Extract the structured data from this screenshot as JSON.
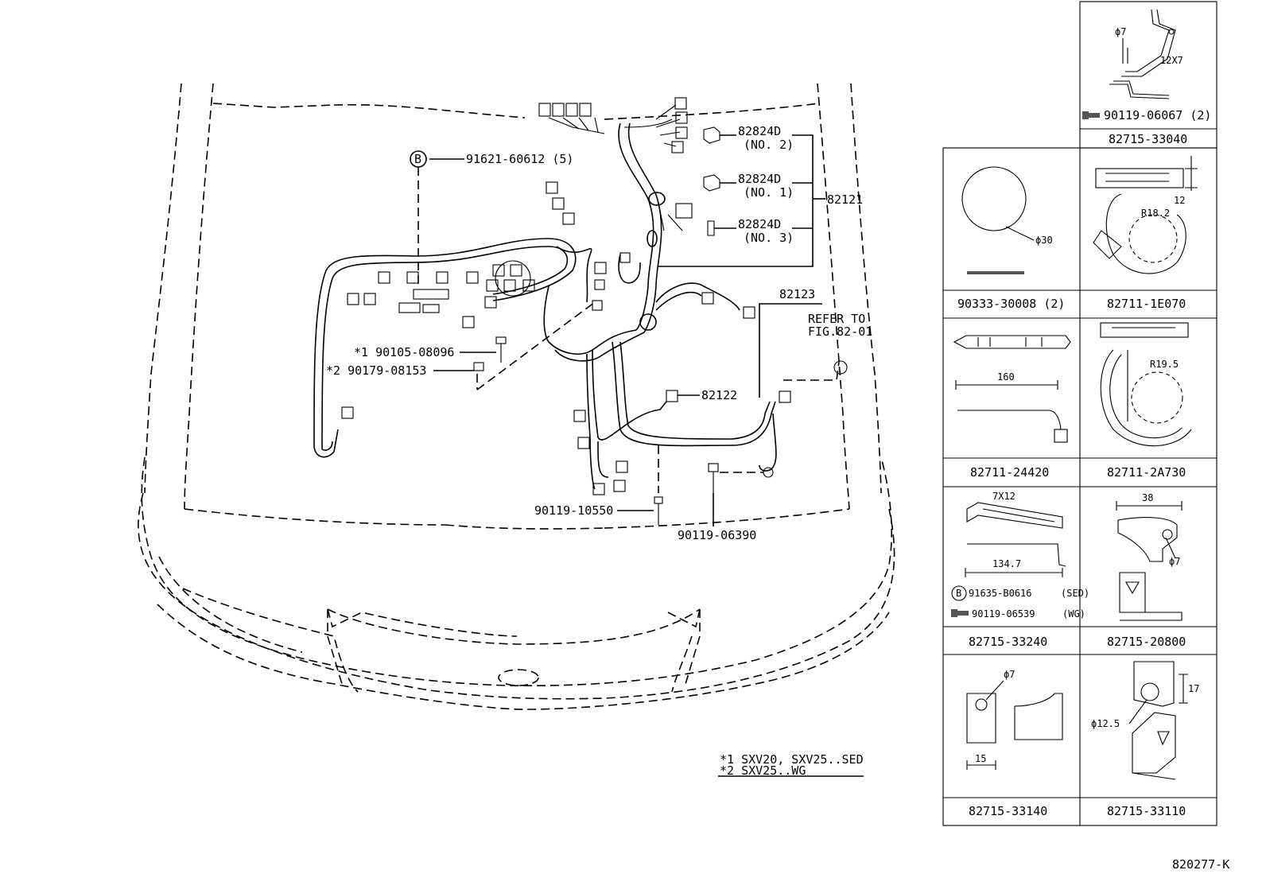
{
  "diagram": {
    "main_callouts": {
      "b_clip": "91621-60612 (5)",
      "b_mark": "B",
      "clamp_no2_part": "82824D",
      "clamp_no2_sub": "(NO. 2)",
      "clamp_no1_part": "82824D",
      "clamp_no1_sub": "(NO. 1)",
      "clamp_no3_part": "82824D",
      "clamp_no3_sub": "(NO. 3)",
      "wire_82121": "82121",
      "wire_82123": "82123",
      "refer_line1": "REFER TO",
      "refer_line2": "FIG.82-01",
      "bolt_star1": "*1 90105-08096",
      "bolt_star2": "*2 90179-08153",
      "wire_82122": "82122",
      "bolt_10550": "90119-10550",
      "bolt_06390": "90119-06390"
    },
    "notes": {
      "note1": "*1 SXV20, SXV25..SED",
      "note2": "*2 SXV25..WG"
    },
    "figure_code": "820277-K",
    "parts_table": {
      "cell_33040": {
        "caption": "82715-33040",
        "bolt": "90119-06067 (2)",
        "dim_phi": "ϕ7",
        "dim_slot": "12X7"
      },
      "cell_30008": {
        "caption": "90333-30008 (2)",
        "dim_phi": "ϕ30"
      },
      "cell_1e070": {
        "caption": "82711-1E070",
        "dim_h": "12",
        "dim_r": "R18.2"
      },
      "cell_24420": {
        "caption": "82711-24420",
        "dim_len": "160"
      },
      "cell_2a730": {
        "caption": "82711-2A730",
        "dim_r": "R19.5"
      },
      "cell_33240": {
        "caption": "82715-33240",
        "dim_slot": "7X12",
        "dim_len": "134.7",
        "clip_mark": "B",
        "clip": "91635-B0616",
        "clip_note": "(SED)",
        "bolt": "90119-06539",
        "bolt_note": "(WG)"
      },
      "cell_20800": {
        "caption": "82715-20800",
        "dim_w": "38",
        "dim_phi": "ϕ7"
      },
      "cell_33140": {
        "caption": "82715-33140",
        "dim_phi": "ϕ7",
        "dim_w": "15"
      },
      "cell_33110": {
        "caption": "82715-33110",
        "dim_h": "17",
        "dim_phi": "ϕ12.5"
      }
    }
  }
}
